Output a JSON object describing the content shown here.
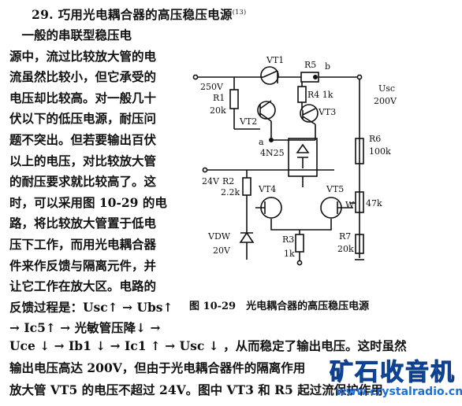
{
  "title": {
    "number": "29.",
    "text": "巧用光电耦合器的高压稳压电源",
    "ref": "(13)"
  },
  "body_lines": [
    "　一般的串联型稳压电",
    "源中，流过比较放大管的电",
    "流虽然比较小，但它承受的",
    "电压却比较高。对一般几十",
    "伏以下的低压电源，耐压问",
    "题不突出。但若要输出百伏",
    "以上的电压，对比较放大管",
    "的耐压要求就比较高了。这",
    "时，可以采用图 10-29 的电",
    "路，将比较放大管置于低电",
    "压下工作，而用光电耦合器",
    "件来作反馈与隔离元件，并",
    "让它工作在放大区。电路的",
    "反馈过程是：Usc↑ → Ubs↑"
  ],
  "continuation_line": "→ Ic5↑ → 光敏管压降↓ →",
  "full_lines": [
    "Uce ↓ → Ib1 ↓ → Ic1 ↑ → Usc ↓ ，从而稳定了输出电压。这时虽然",
    "输出电压高达 200V，但由于光电耦合器件的隔离作用",
    "放大管 VT5 的电压不超过 24V。图中 VT3 和 R5 起过流保护作用"
  ],
  "caption": "图 10-29　光电耦合器的高压稳压电源",
  "circuit_labels": {
    "vin": "250V",
    "vt1": "VT1",
    "r5": "R5",
    "b": "b",
    "usc": "Usc",
    "uout": "200V",
    "r1": "R1",
    "r1v": "20k",
    "r4": "R4 1k",
    "vt2": "VT2",
    "vt3": "VT3",
    "a": "a",
    "opto": "4N25",
    "r6": "R6",
    "r6v": "100k",
    "v24": "24V",
    "r2": "R2",
    "r2v": "2.2k",
    "vt4": "VT4",
    "vt5": "VT5",
    "w": "W",
    "wv": "47k",
    "vdw": "VDW",
    "vdwv": "20V",
    "r3": "R3",
    "r3v": "1k",
    "r7": "R7",
    "r7v": "20k"
  },
  "watermark": {
    "main": "矿石收音机",
    "url": "www.crystalradio.cn"
  }
}
